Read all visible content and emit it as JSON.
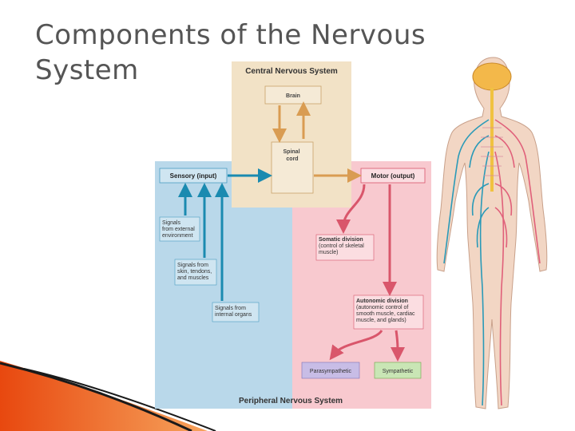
{
  "slide": {
    "title": "Components of the Nervous System"
  },
  "diagram": {
    "cns": {
      "title": "Central Nervous System",
      "brain": "Brain",
      "spinal_cord": [
        "Spinal",
        "cord"
      ]
    },
    "sensory": {
      "label": "Sensory (input)",
      "sources": [
        [
          "Signals",
          "from external",
          "environment"
        ],
        [
          "Signals from",
          "skin, tendons,",
          "and muscles"
        ],
        [
          "Signals from",
          "internal organs"
        ]
      ]
    },
    "motor": {
      "label": "Motor (output)",
      "somatic": [
        "Somatic division",
        "(control of skeletal",
        "muscle)"
      ],
      "autonomic": [
        "Autonomic division",
        "(autonomic control of",
        "smooth muscle, cardiac",
        "muscle, and glands)"
      ],
      "parasympathetic": "Parasympathetic",
      "sympathetic": "Sympathetic"
    },
    "pns": {
      "title": "Peripheral Nervous System"
    }
  },
  "colors": {
    "cns_bg": "#f2e2c6",
    "sensory_bg": "#b9d8ea",
    "motor_bg": "#f8c9cf",
    "sensory_arrow": "#1a8ab0",
    "motor_arrow": "#d9566b",
    "cns_arrow": "#d99c52"
  }
}
